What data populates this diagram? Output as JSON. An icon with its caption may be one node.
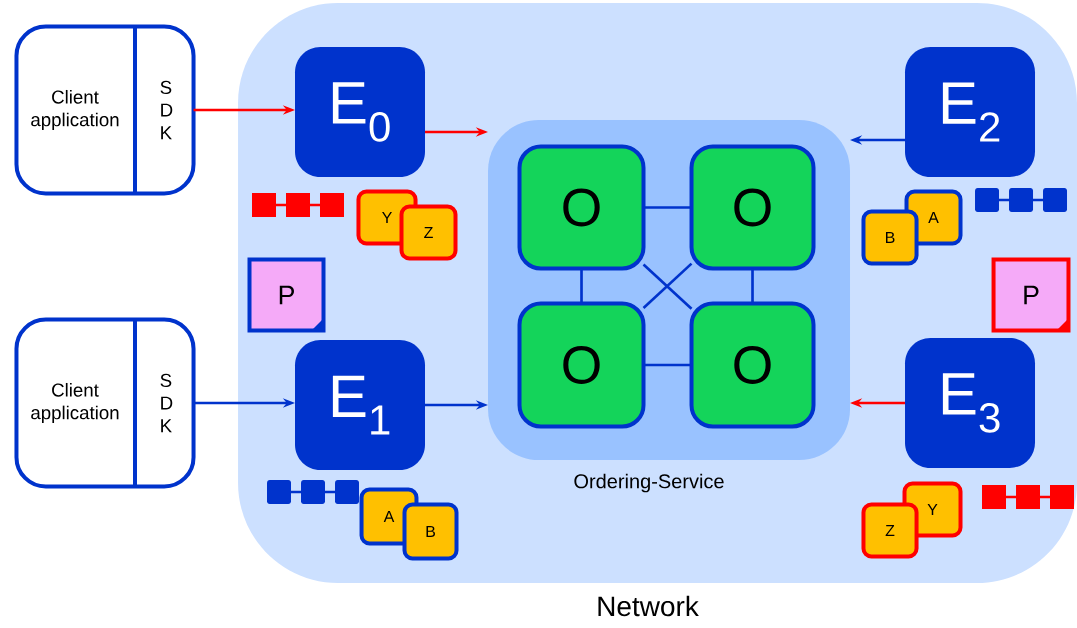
{
  "diagram": {
    "nodes": [
      {
        "text": [
          "Network"
        ]
      },
      {
        "text": [
          "Client application",
          "S D K"
        ]
      },
      {
        "text": [
          "Client application",
          "S D K"
        ]
      },
      {
        "text": [
          "E$_{0}$"
        ],
        "in": 0
      },
      {
        "text": [
          "E$_{1}$"
        ],
        "in": 0
      },
      {
        "text": [
          "E$_{2}$"
        ],
        "in": 0
      },
      {
        "text": [
          "E$_{3}$"
        ],
        "in": 0
      },
      {
        "text": [
          "Ordering-Service"
        ],
        "in": 0
      },
      {
        "text": [
          "O"
        ],
        "in": 7
      },
      {
        "text": [
          "O"
        ],
        "in": 7
      },
      {
        "text": [
          "O"
        ],
        "in": 7
      },
      {
        "text": [
          "O"
        ],
        "in": 7
      },
      {
        "text": [
          "Y"
        ],
        "in": 0
      },
      {
        "text": [
          "Z"
        ],
        "in": 0
      },
      {
        "text": [
          "A"
        ],
        "in": 0
      },
      {
        "text": [
          "B"
        ],
        "in": 0
      },
      {
        "text": [
          "A"
        ],
        "in": 0
      },
      {
        "text": [
          "B"
        ],
        "in": 0
      },
      {
        "text": [
          "Y"
        ],
        "in": 0
      },
      {
        "text": [
          "Z"
        ],
        "in": 0
      },
      {
        "text": [
          "P"
        ],
        "in": 0
      },
      {
        "text": [
          "P"
        ],
        "in": 0
      }
    ],
    "edges": [
      {
        "from": 1,
        "to": 3,
        "arrow": "to",
        "color": "#ff0000"
      },
      {
        "from": 3,
        "to": 7,
        "arrow": "to",
        "color": "#ff0000"
      },
      {
        "from": 5,
        "to": 7,
        "arrow": "to"
      },
      {
        "from": 2,
        "to": 4,
        "arrow": "to"
      },
      {
        "from": 4,
        "to": 7,
        "arrow": "to"
      },
      {
        "from": 6,
        "to": 7,
        "arrow": "to",
        "color": "#ff0000"
      },
      {
        "from": 8,
        "to": 9,
        "arrow": "none"
      },
      {
        "from": 8,
        "to": 10,
        "arrow": "none"
      },
      {
        "from": 9,
        "to": 11,
        "arrow": "none"
      },
      {
        "from": 10,
        "to": 11,
        "arrow": "none"
      },
      {
        "from": 8,
        "to": 11,
        "arrow": "none"
      },
      {
        "from": 9,
        "to": 10,
        "arrow": "none"
      }
    ]
  }
}
